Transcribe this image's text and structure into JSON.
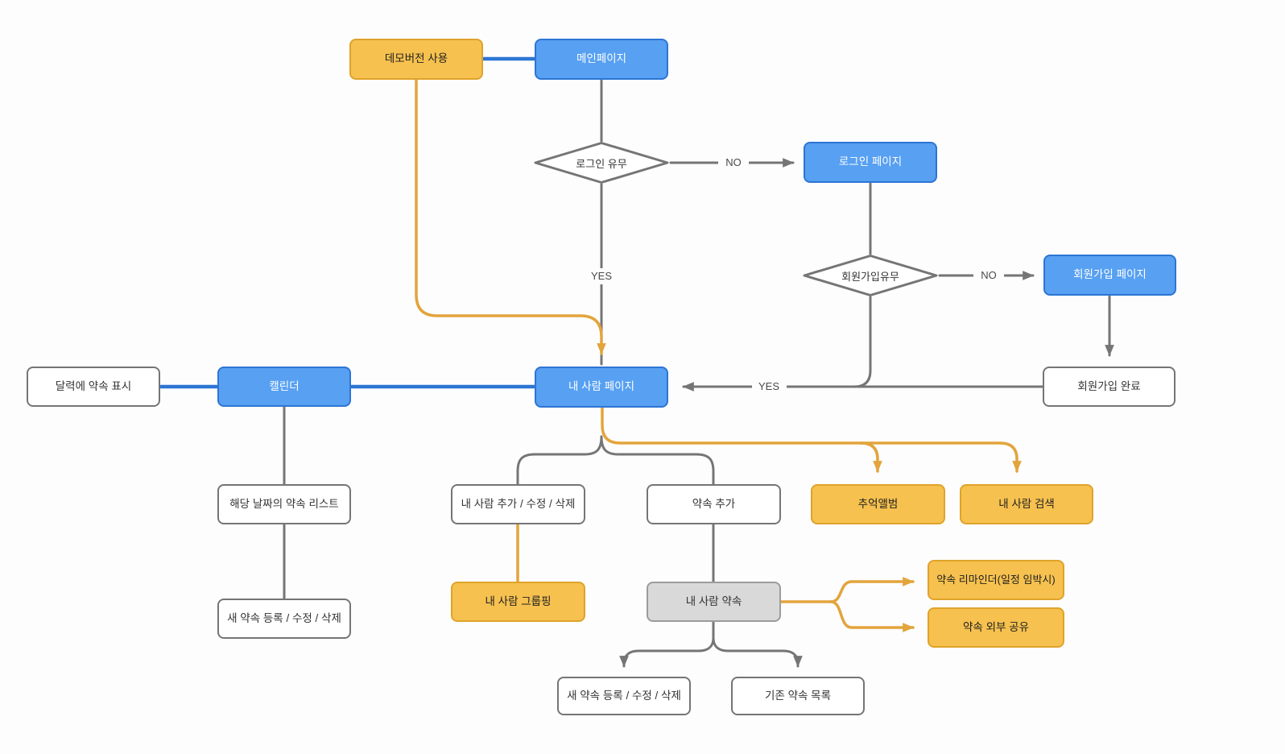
{
  "diagram_type": "flowchart",
  "colors": {
    "blue_fill": "#57a0f2",
    "blue_border": "#2d75d4",
    "orange_fill": "#f6c14f",
    "orange_border": "#dfa32b",
    "gray_box_fill": "#d9d9d9",
    "gray_box_border": "#9c9c9c",
    "white_box_border": "#757575",
    "gray_line": "#757575",
    "orange_line": "#e3a43c",
    "blue_line": "#2d75d4",
    "background": "#fdfdfd"
  },
  "nodes": {
    "demo_version": {
      "label": "데모버전 사용"
    },
    "main_page": {
      "label": "메인페이지"
    },
    "login_check": {
      "label": "로그인 유무"
    },
    "login_page": {
      "label": "로그인 페이지"
    },
    "signup_check": {
      "label": "회원가입유무"
    },
    "signup_page": {
      "label": "회원가입 페이지"
    },
    "signup_complete": {
      "label": "회원가입 완료"
    },
    "calendar_display": {
      "label": "달력에 약속 표시"
    },
    "calendar": {
      "label": "캘린더"
    },
    "my_people_page": {
      "label": "내 사람 페이지"
    },
    "date_appointment_list": {
      "label": "해당 날짜의 약속 리스트"
    },
    "new_appointment_calendar": {
      "label": "새 약속 등록 / 수정 / 삭제"
    },
    "people_crud": {
      "label": "내 사람 추가 / 수정 / 삭제"
    },
    "people_grouping": {
      "label": "내 사람 그룹핑"
    },
    "appointment_add": {
      "label": "약속 추가"
    },
    "people_appointment": {
      "label": "내 사람 약속"
    },
    "memory_album": {
      "label": "추억앨범"
    },
    "people_search": {
      "label": "내 사람 검색"
    },
    "appointment_reminder": {
      "label": "약속 리마인더(일정 임박시)"
    },
    "appointment_share": {
      "label": "약속 외부 공유"
    },
    "new_appointment_crud": {
      "label": "새 약속 등록 / 수정 / 삭제"
    },
    "existing_appointment_list": {
      "label": "기존 약속 목록"
    }
  },
  "edge_labels": {
    "login_no": "NO",
    "login_yes": "YES",
    "signup_no": "NO",
    "signup_yes": "YES"
  }
}
